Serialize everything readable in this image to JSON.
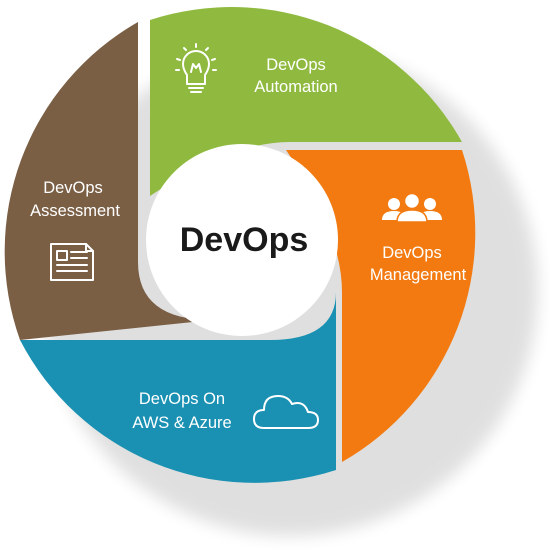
{
  "center": {
    "label": "DevOps"
  },
  "segments": {
    "automation": {
      "line1": "DevOps",
      "line2": "Automation",
      "color": "#8fba3f",
      "icon": "lightbulb-icon"
    },
    "management": {
      "line1": "DevOps",
      "line2": "Management",
      "color": "#f27a10",
      "icon": "team-icon"
    },
    "aws_azure": {
      "line1": "DevOps On",
      "line2": "AWS & Azure",
      "color": "#1a91b3",
      "icon": "cloud-icon"
    },
    "assessment": {
      "line1": "DevOps",
      "line2": "Assessment",
      "color": "#7a5f45",
      "icon": "document-icon"
    }
  }
}
